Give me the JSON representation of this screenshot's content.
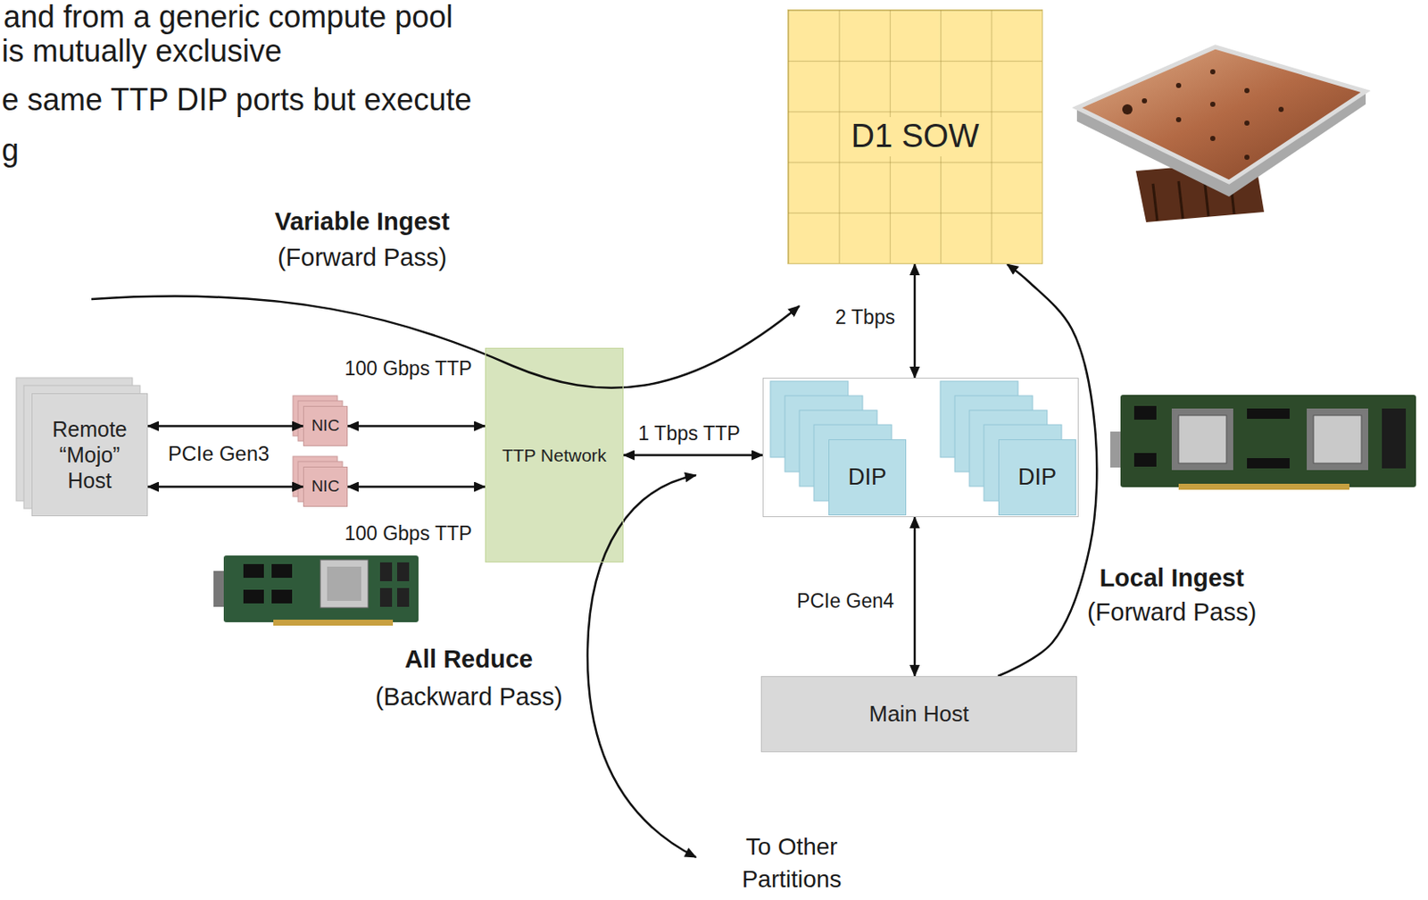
{
  "diagram": {
    "nodes": [
      {
        "text": [
          "Remote “Mojo” Host"
        ]
      },
      {
        "text": [
          "NIC"
        ]
      },
      {
        "text": [
          "NIC"
        ]
      },
      {
        "text": [
          "TTP Network"
        ]
      },
      {
        "text": [
          "D1 SOW"
        ]
      },
      {
        "text": []
      },
      {
        "text": [
          "DIP"
        ],
        "in": 5
      },
      {
        "text": [
          "DIP"
        ],
        "in": 5
      },
      {
        "text": [
          "Main Host"
        ]
      }
    ],
    "edges": [
      {
        "from": 0,
        "to": 1,
        "arrow": "both"
      },
      {
        "from": 0,
        "to": 2,
        "arrow": "both"
      },
      {
        "from": 1,
        "to": 3,
        "label": "100 Gbps TTP",
        "arrow": "both"
      },
      {
        "from": 2,
        "to": 3,
        "label": "100 Gbps TTP",
        "arrow": "both"
      },
      {
        "from": 3,
        "to": 5,
        "label": "1 Tbps TTP",
        "arrow": "both"
      },
      {
        "from": 5,
        "to": 4,
        "label": "2 Tbps",
        "arrow": "both"
      },
      {
        "from": 5,
        "to": 8,
        "label": "PCIe Gen4",
        "arrow": "both"
      },
      {
        "from": 8,
        "to": 4,
        "arrow": "to"
      }
    ],
    "labels": [
      "and from a generic compute pool",
      "is mutually exclusive",
      "e same TTP DIP ports but execute",
      "g",
      "Variable Ingest",
      "(Forward Pass)",
      "PCIe Gen3",
      "All Reduce",
      "(Backward Pass)",
      "To Other Partitions",
      "Local Ingest",
      "(Forward Pass)"
    ]
  }
}
